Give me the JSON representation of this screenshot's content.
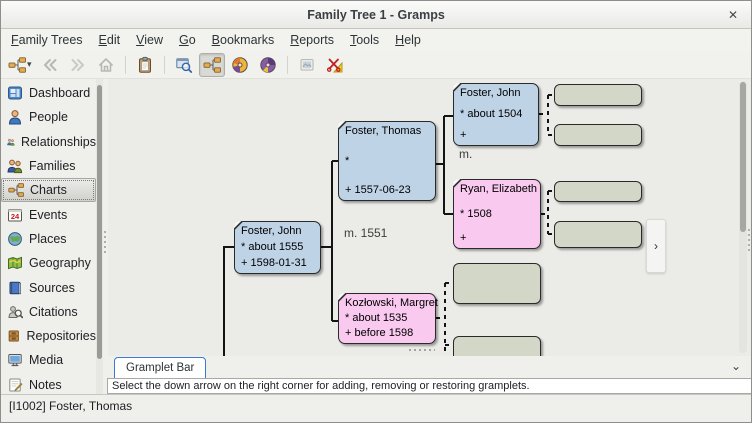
{
  "window": {
    "title": "Family Tree 1 - Gramps",
    "close_glyph": "✕"
  },
  "menubar": {
    "items": [
      {
        "label": "Family Trees"
      },
      {
        "label": "Edit"
      },
      {
        "label": "View"
      },
      {
        "label": "Go"
      },
      {
        "label": "Bookmarks"
      },
      {
        "label": "Reports"
      },
      {
        "label": "Tools"
      },
      {
        "label": "Help"
      }
    ]
  },
  "toolbar": {
    "buttons": [
      "pedigree-views-dropdown",
      "back",
      "forward",
      "home",
      "clipboard",
      "preview-view",
      "pedigree-view",
      "fanchart-view",
      "fanchart-2way-view",
      "reports",
      "tools"
    ],
    "active_button": "pedigree-view",
    "caret_glyph": "▾"
  },
  "sidebar": {
    "selected": "Charts",
    "items": [
      {
        "label": "Dashboard",
        "icon": "dashboard-icon"
      },
      {
        "label": "People",
        "icon": "people-icon"
      },
      {
        "label": "Relationships",
        "icon": "relationships-icon"
      },
      {
        "label": "Families",
        "icon": "families-icon"
      },
      {
        "label": "Charts",
        "icon": "charts-icon"
      },
      {
        "label": "Events",
        "icon": "events-icon"
      },
      {
        "label": "Places",
        "icon": "places-icon"
      },
      {
        "label": "Geography",
        "icon": "geography-icon"
      },
      {
        "label": "Sources",
        "icon": "sources-icon"
      },
      {
        "label": "Citations",
        "icon": "citations-icon"
      },
      {
        "label": "Repositories",
        "icon": "repositories-icon"
      },
      {
        "label": "Media",
        "icon": "media-icon"
      },
      {
        "label": "Notes",
        "icon": "notes-icon"
      }
    ]
  },
  "chart": {
    "persons": {
      "root": {
        "name": "Foster, John",
        "birth": "* about 1555",
        "death": "+ 1598-01-31",
        "gender": "male"
      },
      "father": {
        "name": "Foster, Thomas",
        "birth": "*",
        "death": "+ 1557-06-23",
        "gender": "male"
      },
      "mother": {
        "name": "Kozłowski, Margret",
        "birth": "* about 1535",
        "death": "+ before 1598",
        "gender": "female"
      },
      "pgf": {
        "name": "Foster, John",
        "birth": "* about 1504",
        "death": "+",
        "gender": "male"
      },
      "pgm": {
        "name": "Ryan, Elizabeth",
        "birth": "* 1508",
        "death": "+",
        "gender": "female"
      }
    },
    "marriage_parents_label": "m. 1551",
    "marriage_grandparents_label": "m.",
    "empty_box_count": 6,
    "expand_glyph": "›"
  },
  "gramplet_bar": {
    "tab_label": "Gramplet Bar",
    "collapse_glyph": "⌄",
    "message": "Select the down arrow on the right corner for adding, removing or restoring gramplets."
  },
  "statusbar": {
    "text": "[I1002] Foster, Thomas"
  },
  "colors": {
    "male_box": "#bfd3e7",
    "female_box": "#f9c9ef",
    "empty_box": "#d3d7c8",
    "selection_blue": "#3a7bd0",
    "line": "#111111",
    "canvas_bg": "#ebebe8"
  }
}
